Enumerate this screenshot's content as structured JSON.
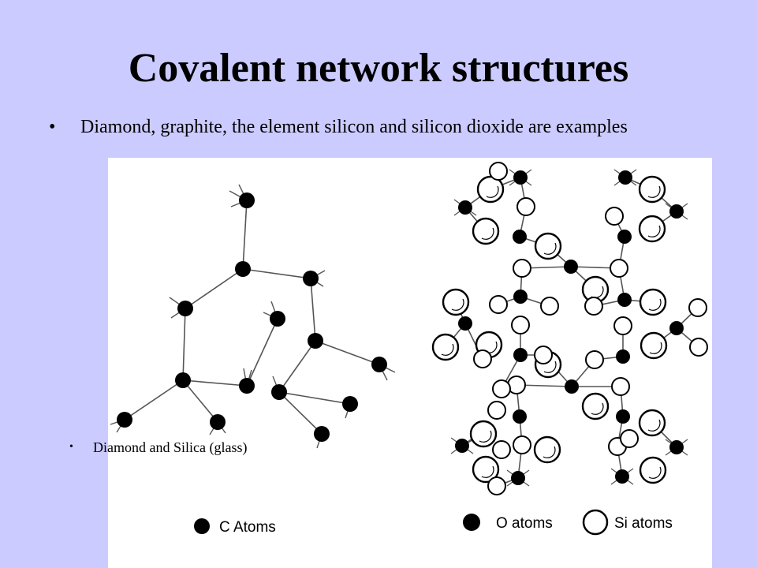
{
  "slide": {
    "title": "Covalent network structures",
    "bullet_main": "Diamond, graphite, the element silicon and silicon dioxide are examples",
    "bullet_sub": "Diamond and Silica (glass)",
    "bullet_symbol": "•"
  },
  "legend": {
    "c_atoms": "C Atoms",
    "o_atoms": "O atoms",
    "si_atoms": "Si atoms"
  },
  "colors": {
    "background": "#cccbff",
    "atom_fill": "#000000",
    "bond": "#555555"
  }
}
